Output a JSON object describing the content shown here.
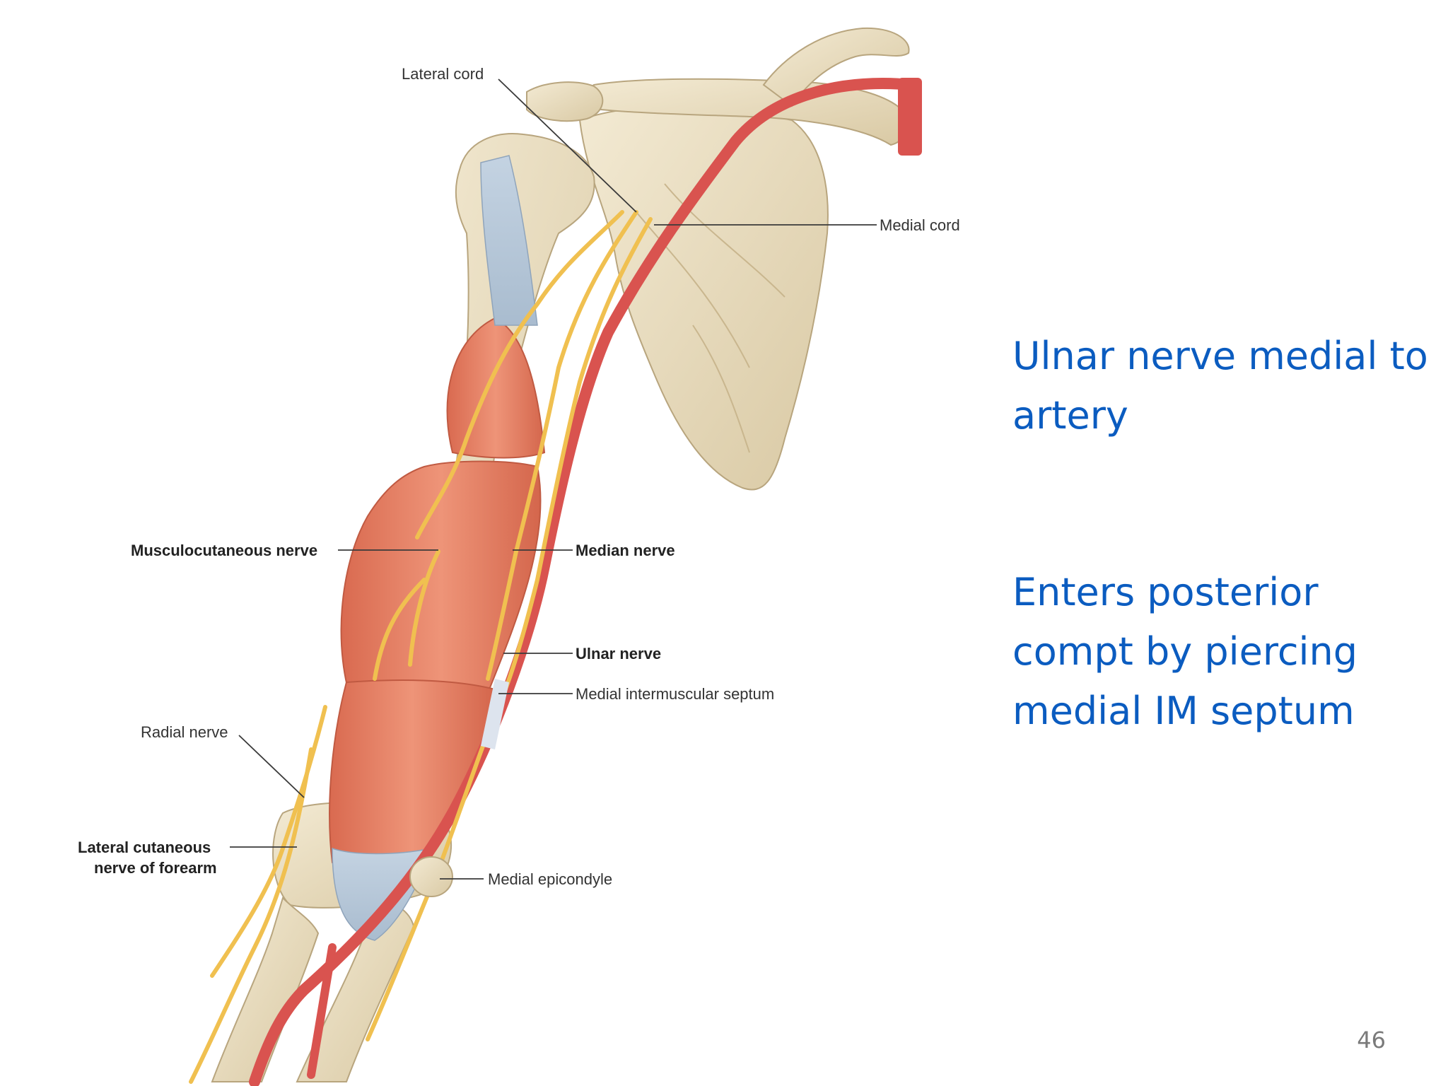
{
  "slide": {
    "labels": {
      "lateral_cord": "Lateral cord",
      "medial_cord": "Medial cord",
      "musculocutaneous_nerve": "Musculocutaneous nerve",
      "median_nerve": "Median nerve",
      "ulnar_nerve": "Ulnar nerve",
      "medial_intermuscular_septum": "Medial intermuscular septum",
      "radial_nerve": "Radial nerve",
      "lateral_cutaneous_line1": "Lateral cutaneous",
      "lateral_cutaneous_line2": "nerve of forearm",
      "medial_epicondyle": "Medial epicondyle"
    },
    "notes": {
      "note1": "Ulnar nerve medial to artery",
      "note2": "Enters posterior compt by piercing medial IM septum"
    },
    "page_number": "46"
  },
  "colors": {
    "note_text": "#0b5cc0",
    "muscle": "#e07a5f",
    "bone": "#e8dcc0",
    "artery": "#d9534f",
    "nerve": "#f0c050",
    "tendon": "#b8c8d8"
  }
}
